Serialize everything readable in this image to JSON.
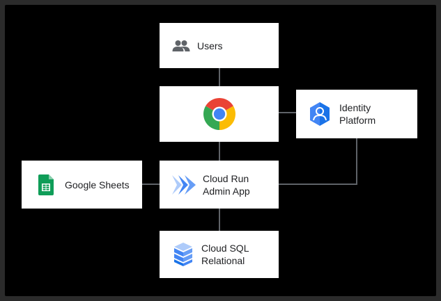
{
  "nodes": {
    "users": {
      "label": "Users",
      "icon": "people-icon"
    },
    "browser": {
      "label": "",
      "icon": "chrome-icon"
    },
    "identity": {
      "label": "Identity\nPlatform",
      "icon": "identity-platform-icon"
    },
    "sheets": {
      "label": "Google Sheets",
      "icon": "google-sheets-icon"
    },
    "cloudrun": {
      "label": "Cloud Run\nAdmin App",
      "icon": "cloud-run-icon"
    },
    "cloudsql": {
      "label": "Cloud SQL\nRelational",
      "icon": "cloud-sql-icon"
    }
  },
  "edges": [
    {
      "from": "users",
      "to": "browser"
    },
    {
      "from": "browser",
      "to": "identity"
    },
    {
      "from": "browser",
      "to": "cloudrun"
    },
    {
      "from": "sheets",
      "to": "cloudrun"
    },
    {
      "from": "cloudrun",
      "to": "identity"
    },
    {
      "from": "cloudrun",
      "to": "cloudsql"
    }
  ],
  "colors": {
    "background": "#000000",
    "node": "#ffffff",
    "connector": "#5f6368",
    "text": "#202124"
  }
}
